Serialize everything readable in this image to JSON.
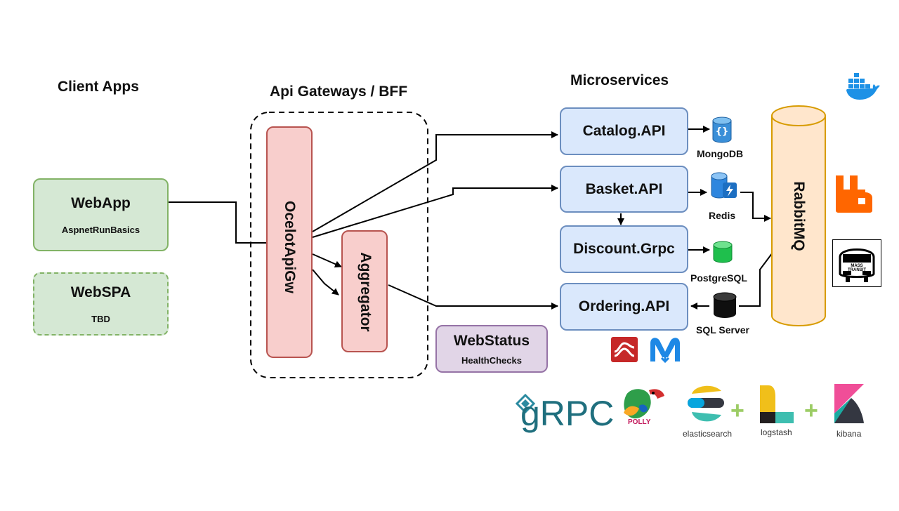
{
  "headings": {
    "client_apps": "Client Apps",
    "api_gateways": "Api Gateways / BFF",
    "microservices": "Microservices"
  },
  "clients": {
    "webapp": {
      "title": "WebApp",
      "subtitle": "AspnetRunBasics"
    },
    "webspa": {
      "title": "WebSPA",
      "subtitle": "TBD"
    }
  },
  "gateway": {
    "ocelot": "OcelotApiGw",
    "aggregator": "Aggregator"
  },
  "webstatus": {
    "title": "WebStatus",
    "subtitle": "HealthChecks"
  },
  "services": {
    "catalog": "Catalog.API",
    "basket": "Basket.API",
    "discount": "Discount.Grpc",
    "ordering": "Ordering.API"
  },
  "databases": {
    "mongodb": "MongoDB",
    "redis": "Redis",
    "postgres": "PostgreSQL",
    "sqlserver": "SQL Server"
  },
  "message_broker": "RabbitMQ",
  "logos": {
    "grpc": "gRPC",
    "polly": "POLLY",
    "elasticsearch": "elasticsearch",
    "logstash": "logstash",
    "kibana": "kibana",
    "masstransit": "MASS TRANSIT"
  },
  "icons": [
    "docker-icon",
    "rabbitmq-icon",
    "masstransit-icon",
    "mongodb-icon",
    "redis-icon",
    "postgresql-icon",
    "sqlserver-icon",
    "dapper-icon",
    "mediatr-icon",
    "grpc-icon",
    "polly-icon",
    "elasticsearch-icon",
    "logstash-icon",
    "kibana-icon"
  ],
  "colors": {
    "client_fill": "#d5e8d4",
    "client_border": "#82b366",
    "service_fill": "#dae8fc",
    "service_border": "#6c8ebf",
    "gateway_fill": "#f8cecc",
    "gateway_border": "#b85450",
    "status_fill": "#e1d5e7",
    "status_border": "#9673a6",
    "broker_fill": "#ffe6cc",
    "broker_border": "#d79b00"
  }
}
